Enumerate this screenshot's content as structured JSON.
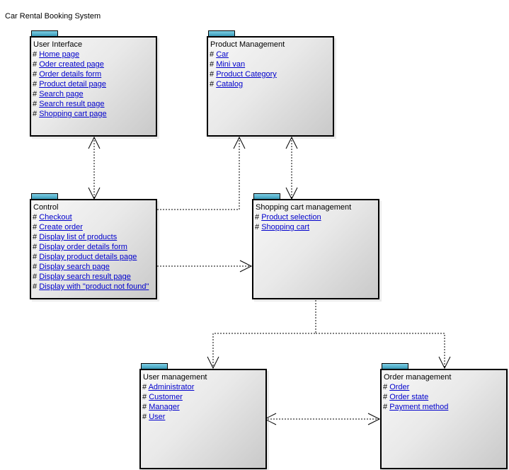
{
  "diagram": {
    "title": "Car Rental Booking System",
    "packages": {
      "user_interface": {
        "name": "User Interface",
        "items": [
          "Home page",
          "Oder created page",
          "Order details form",
          "Product detail page",
          "Search page",
          "Search result page",
          "Shopping cart page"
        ]
      },
      "product_management": {
        "name": "Product Management",
        "items": [
          "Car",
          "Mini van",
          "Product Category",
          "Catalog"
        ]
      },
      "control": {
        "name": "Control",
        "items": [
          "Checkout",
          "Create order",
          "Display list of products",
          "Display order details form",
          "Display product details page",
          "Display search page",
          "Display search result page",
          "Display with \"product not found\""
        ]
      },
      "shopping_cart_management": {
        "name": "Shopping cart management",
        "items": [
          "Product selection",
          "Shopping cart"
        ]
      },
      "user_management": {
        "name": "User management",
        "items": [
          "Administrator",
          "Customer",
          "Manager",
          "User"
        ]
      },
      "order_management": {
        "name": "Order management",
        "items": [
          "Order",
          "Order state",
          "Payment method"
        ]
      }
    },
    "visibility_marker": "#"
  }
}
